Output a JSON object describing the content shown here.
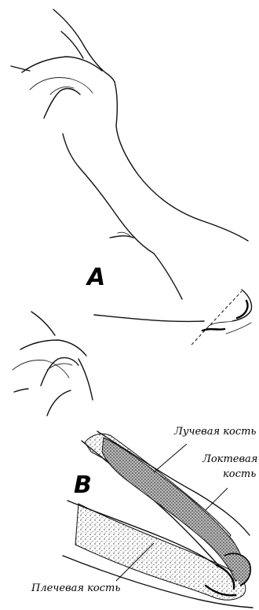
{
  "panels": {
    "a": {
      "label": "A"
    },
    "b": {
      "label": "B",
      "labels": {
        "radius": "Лучевая кость",
        "ulna_line1": "Локтевая",
        "ulna_line2": "кость",
        "humerus": "Плечевая кость"
      }
    }
  }
}
